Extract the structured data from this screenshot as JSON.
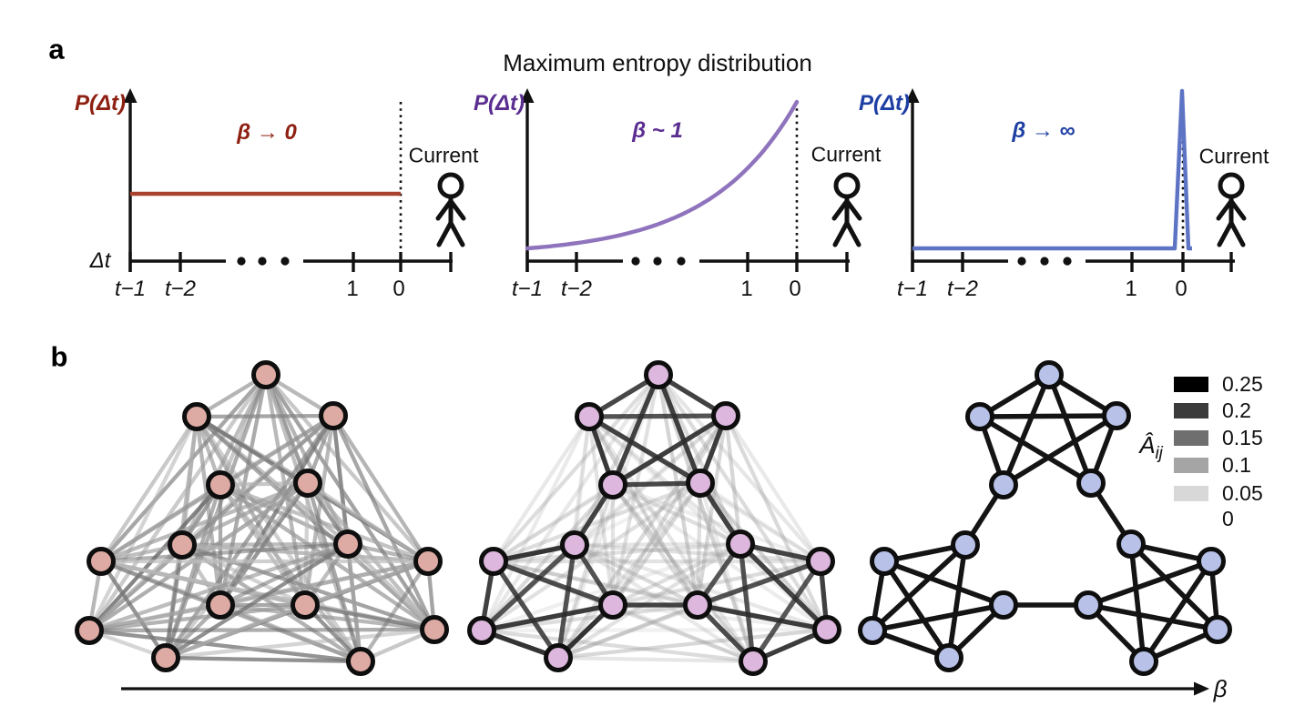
{
  "panel_labels": {
    "a": "a",
    "b": "b"
  },
  "title": "Maximum entropy distribution",
  "plots": [
    {
      "name": "beta-to-zero",
      "y_axis_label": "P(Δt)",
      "x_axis_label": "Δt",
      "beta_annotation": "β → 0",
      "person_label": "Current",
      "tick_labels": [
        "t−1",
        "t−2",
        "1",
        "0"
      ],
      "curve_type": "uniform",
      "curve_color": "#a8432f",
      "text_color": "#8e2012"
    },
    {
      "name": "beta-near-one",
      "y_axis_label": "P(Δt)",
      "x_axis_label": null,
      "beta_annotation": "β ~ 1",
      "person_label": "Current",
      "tick_labels": [
        "t−1",
        "t−2",
        "1",
        "0"
      ],
      "curve_type": "exponential",
      "curve_color": "#8f74bd",
      "text_color": "#5a2d90"
    },
    {
      "name": "beta-to-infinity",
      "y_axis_label": "P(Δt)",
      "x_axis_label": null,
      "beta_annotation": "β → ∞",
      "person_label": "Current",
      "tick_labels": [
        "t−1",
        "t−2",
        "1",
        "0"
      ],
      "curve_type": "delta-spike",
      "curve_color": "#5d73c4",
      "text_color": "#1e3fa3"
    }
  ],
  "legend": {
    "label_main": "Â",
    "label_sub": "ij",
    "entries": [
      {
        "value": "0.25",
        "color": "#000000"
      },
      {
        "value": "0.2",
        "color": "#3b3b3b"
      },
      {
        "value": "0.15",
        "color": "#6f6f6f"
      },
      {
        "value": "0.1",
        "color": "#a5a5a5"
      },
      {
        "value": "0.05",
        "color": "#d8d8d8"
      },
      {
        "value": "0",
        "color": null
      }
    ]
  },
  "networks": [
    {
      "name": "network-beta-zero",
      "node_color": "#ddaba3",
      "node_count": 15,
      "cluster_count": 3,
      "edge_pattern": "all-pairs-uniform-weights"
    },
    {
      "name": "network-beta-one",
      "node_color": "#ddb7dd",
      "node_count": 15,
      "cluster_count": 3,
      "edge_pattern": "strong-within-cluster-weak-between"
    },
    {
      "name": "network-beta-infinity",
      "node_color": "#b8c2e8",
      "node_count": 15,
      "cluster_count": 3,
      "edge_pattern": "within-cluster-only-single-connectors"
    }
  ],
  "beta_axis_label": "β"
}
